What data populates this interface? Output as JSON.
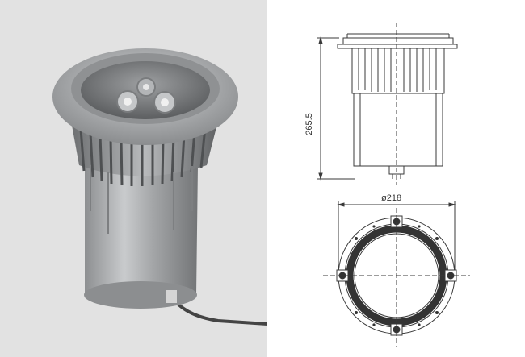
{
  "dimensions": {
    "height_label": "265.5",
    "diameter_label": "ø218"
  },
  "colors": {
    "photo_background": "#e2e2e2",
    "drawing_background": "#ffffff",
    "line_color": "#3a3a3a",
    "ring_color": "#3a3a3a"
  },
  "icons": {
    "product": "recessed-led-uplight-fixture",
    "side-view": "technical-side-elevation",
    "top-view": "technical-top-view"
  }
}
